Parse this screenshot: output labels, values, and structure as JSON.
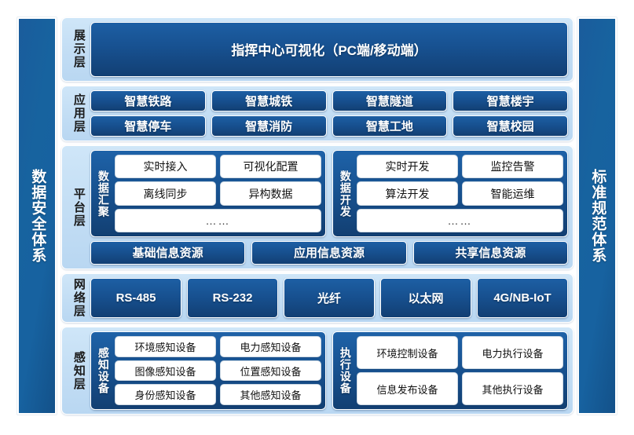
{
  "side_bands": {
    "left": {
      "label": "数据安全体系",
      "color": "#17639f"
    },
    "right": {
      "label": "标准规范体系",
      "color": "#17639f"
    }
  },
  "layers": {
    "display": {
      "label": "展示层",
      "banner": "指挥中心可视化（PC端/移动端）"
    },
    "application": {
      "label": "应用层",
      "items": [
        "智慧铁路",
        "智慧城铁",
        "智慧隧道",
        "智慧楼宇",
        "智慧停车",
        "智慧消防",
        "智慧工地",
        "智慧校园"
      ]
    },
    "platform": {
      "label": "平台层",
      "groups": [
        {
          "label": "数据汇聚",
          "items": [
            "实时接入",
            "可视化配置",
            "离线同步",
            "异构数据"
          ],
          "more": "……"
        },
        {
          "label": "数据开发",
          "items": [
            "实时开发",
            "监控告警",
            "算法开发",
            "智能运维"
          ],
          "more": "……"
        }
      ],
      "resources": [
        "基础信息资源",
        "应用信息资源",
        "共享信息资源"
      ]
    },
    "network": {
      "label": "网络层",
      "items": [
        "RS-485",
        "RS-232",
        "光纤",
        "以太网",
        "4G/NB-IoT"
      ]
    },
    "sensing": {
      "label": "感知层",
      "groups": [
        {
          "label": "感知设备",
          "items": [
            "环境感知设备",
            "电力感知设备",
            "图像感知设备",
            "位置感知设备",
            "身份感知设备",
            "其他感知设备"
          ]
        },
        {
          "label": "执行设备",
          "items": [
            "环境控制设备",
            "电力执行设备",
            "信息发布设备",
            "其他执行设备"
          ]
        }
      ]
    }
  },
  "colors": {
    "dark_blue": "#17518f",
    "light_blue_band": "#c5e0f5",
    "white": "#ffffff"
  }
}
